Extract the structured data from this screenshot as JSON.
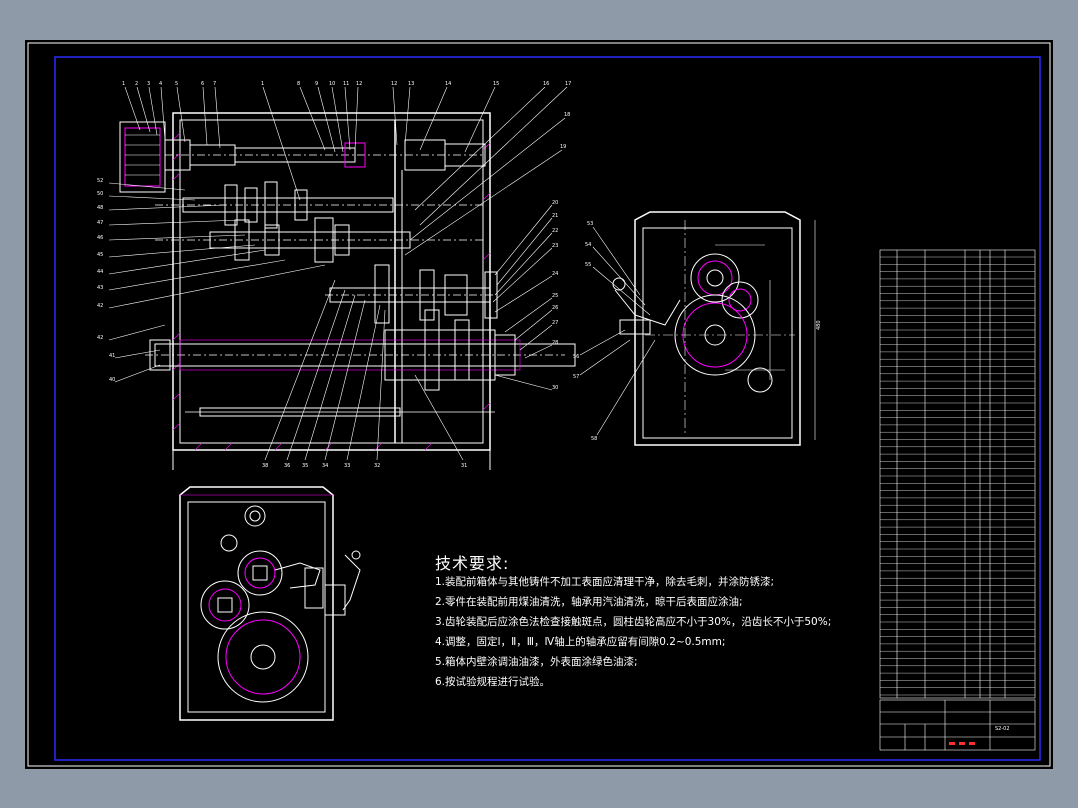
{
  "requirements": {
    "title": "技术要求:",
    "lines": [
      "1.装配前箱体与其他铸件不加工表面应清理干净，除去毛刺，并涂防锈漆;",
      "2.零件在装配前用煤油清洗，轴承用汽油清洗，晾干后表面应涂油;",
      "3.齿轮装配后应涂色法检查接触斑点，圆柱齿轮高应不小于30%，沿齿长不小于50%;",
      "4.调整，固定Ⅰ，Ⅱ，Ⅲ，Ⅳ轴上的轴承应留有间隙0.2~0.5mm;",
      "5.箱体内壁涂调油油漆，外表面涂绿色油漆;",
      "6.按试验规程进行试验。"
    ]
  },
  "colors": {
    "background": "#000000",
    "outer": "#8e9aa8",
    "frame": "#0000ff",
    "line": "#ffffff",
    "accent_magenta": "#ff00ff",
    "accent_red": "#ff3030"
  },
  "title_block": {
    "drawing_no": "S2-02"
  }
}
